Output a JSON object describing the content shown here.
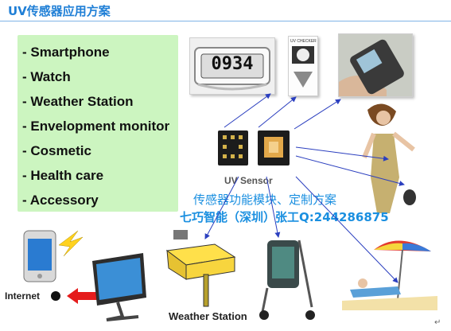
{
  "header": {
    "title": "UV传感器应用方案"
  },
  "applications": [
    "- Smartphone",
    "- Watch",
    "- Weather Station",
    "- Envelopment monitor",
    "- Cosmetic",
    "- Health care",
    "- Accessory"
  ],
  "sensor": {
    "label": "UV Sensor"
  },
  "promo": {
    "line1": "传感器功能模块、定制方案",
    "line2": "七巧智能（深圳）张工Q:244286875"
  },
  "watch_display": {
    "digits": "0934"
  },
  "uv_checker": {
    "label": "UV CHECKER"
  },
  "internet": {
    "label": "Internet"
  },
  "weather_station": {
    "label": "Weather Station"
  },
  "footnote": {
    "mark": "↵"
  },
  "colors": {
    "title": "#1f7fd6",
    "promo_text": "#1a8fe0",
    "list_bg": "#ccf5c0",
    "arrow": "#2b3fbf",
    "internet_arrow": "#e51c1c"
  }
}
